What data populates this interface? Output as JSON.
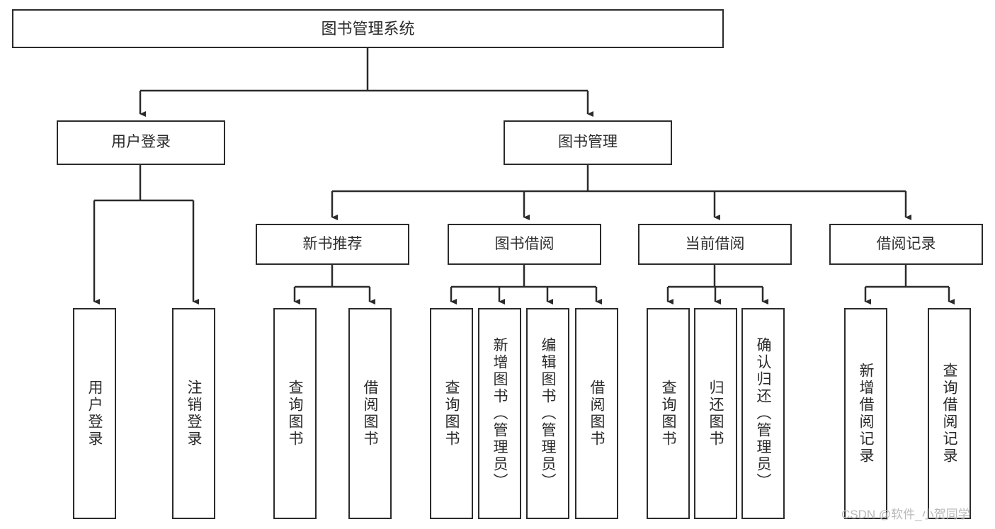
{
  "diagram": {
    "title": "图书管理系统",
    "type": "hierarchy-tree",
    "colors": {
      "stroke": "#2b2b2b",
      "fill": "#ffffff",
      "text": "#2b2b2b",
      "watermark": "#b9b9b9"
    },
    "watermark": "CSDN @软件_小贺同学",
    "levels": {
      "root": {
        "label": "图书管理系统"
      },
      "level2": [
        {
          "label": "用户登录"
        },
        {
          "label": "图书管理"
        }
      ],
      "level3": [
        {
          "label": "新书推荐"
        },
        {
          "label": "图书借阅"
        },
        {
          "label": "当前借阅"
        },
        {
          "label": "借阅记录"
        }
      ],
      "leaves": {
        "user_login": [
          {
            "label": "用户登录"
          },
          {
            "label": "注销登录"
          }
        ],
        "new_book_recommend": [
          {
            "label": "查询图书"
          },
          {
            "label": "借阅图书"
          }
        ],
        "book_borrow": [
          {
            "label": "查询图书"
          },
          {
            "label": "新增图书（管理员）"
          },
          {
            "label": "编辑图书（管理员）"
          },
          {
            "label": "借阅图书"
          }
        ],
        "current_borrow": [
          {
            "label": "查询图书"
          },
          {
            "label": "归还图书"
          },
          {
            "label": "确认归还（管理员）"
          }
        ],
        "borrow_record": [
          {
            "label": "新增借阅记录"
          },
          {
            "label": "查询借阅记录"
          }
        ]
      }
    }
  }
}
